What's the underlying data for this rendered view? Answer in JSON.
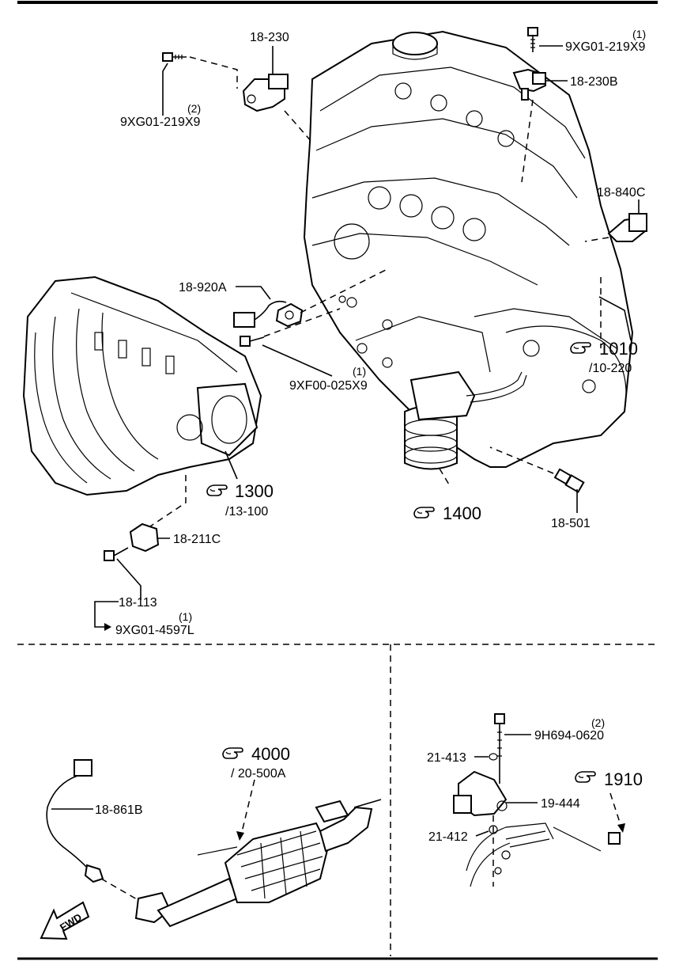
{
  "labels": {
    "p18_230": "18-230",
    "bolt_18_230": "9XG01-219X9",
    "bolt_18_230_qty": "(2)",
    "bolt_18_230b": "9XG01-219X9",
    "bolt_18_230b_qty": "(1)",
    "p18_230b": "18-230B",
    "p18_840c": "18-840C",
    "p18_920a": "18-920A",
    "bolt_18_920a": "9XF00-025X9",
    "bolt_18_920a_qty": "(1)",
    "ref_1010": "1010",
    "sub_1010": "/10-220",
    "ref_1300": "1300",
    "sub_1300": "/13-100",
    "ref_1400": "1400",
    "p18_501": "18-501",
    "p18_211c": "18-211C",
    "p18_113": "18-113",
    "bolt_18_113": "9XG01-4597L",
    "bolt_18_113_qty": "(1)",
    "ref_4000": "4000",
    "sub_4000": "/ 20-500A",
    "p18_861b": "18-861B",
    "fwd": "FWD",
    "bolt_19_444": "9H694-0620",
    "bolt_19_444_qty": "(2)",
    "p21_413": "21-413",
    "ref_1910": "1910",
    "p19_444": "19-444",
    "p21_412": "21-412"
  },
  "icons": {
    "reference": "pointing-hand-icon",
    "direction": "forward-arrow-icon"
  }
}
